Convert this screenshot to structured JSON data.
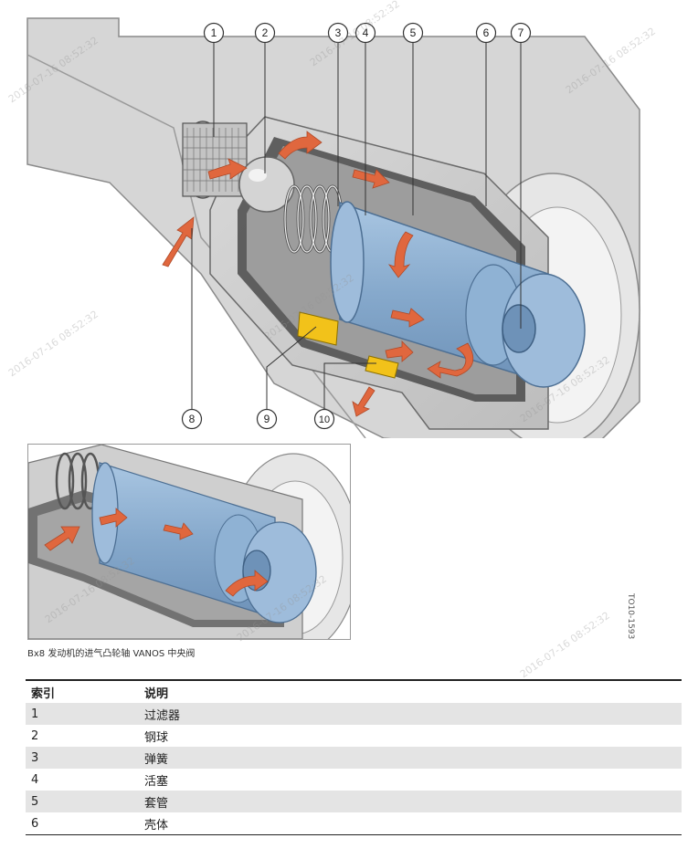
{
  "figure": {
    "callouts": [
      "1",
      "2",
      "3",
      "4",
      "5",
      "6",
      "7",
      "8",
      "9",
      "10"
    ],
    "caption": "Bx8 发动机的进气凸轮轴 VANOS 中央阀",
    "ref_code": "TO10-1593"
  },
  "table": {
    "header": {
      "index": "索引",
      "description": "说明"
    },
    "rows": [
      {
        "index": "1",
        "description": "过滤器"
      },
      {
        "index": "2",
        "description": "钢球"
      },
      {
        "index": "3",
        "description": "弹簧"
      },
      {
        "index": "4",
        "description": "活塞"
      },
      {
        "index": "5",
        "description": "套管"
      },
      {
        "index": "6",
        "description": "壳体"
      }
    ]
  },
  "watermark": "2016-07-16 08:52:32",
  "colors": {
    "piston": "#8fb2d4",
    "housing": "#c8c8c8",
    "arrow": "#e0673e",
    "seal": "#f2c21a"
  }
}
